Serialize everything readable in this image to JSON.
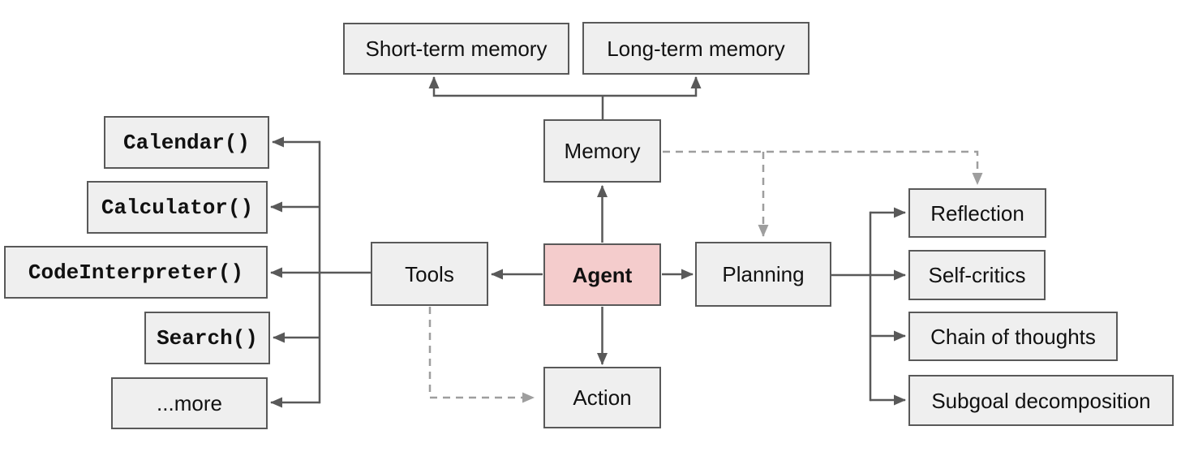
{
  "colors": {
    "node_fill": "#efefef",
    "node_border": "#595959",
    "agent_fill": "#f4cccc",
    "solid_edge": "#595959",
    "dashed_edge": "#9e9e9e",
    "text": "#111111",
    "background": "#ffffff"
  },
  "nodes": {
    "short_term_memory": {
      "label": "Short-term memory"
    },
    "long_term_memory": {
      "label": "Long-term memory"
    },
    "memory": {
      "label": "Memory"
    },
    "agent": {
      "label": "Agent"
    },
    "tools": {
      "label": "Tools"
    },
    "planning": {
      "label": "Planning"
    },
    "action": {
      "label": "Action"
    },
    "calendar": {
      "label": "Calendar()"
    },
    "calculator": {
      "label": "Calculator()"
    },
    "code_interpreter": {
      "label": "CodeInterpreter()"
    },
    "search": {
      "label": "Search()"
    },
    "more": {
      "label": "...more"
    },
    "reflection": {
      "label": "Reflection"
    },
    "self_critics": {
      "label": "Self-critics"
    },
    "chain_of_thoughts": {
      "label": "Chain of thoughts"
    },
    "subgoal_decomposition": {
      "label": "Subgoal decomposition"
    }
  },
  "edges": [
    {
      "from": "memory",
      "to": "short_term_memory",
      "style": "solid"
    },
    {
      "from": "memory",
      "to": "long_term_memory",
      "style": "solid"
    },
    {
      "from": "agent",
      "to": "memory",
      "style": "solid"
    },
    {
      "from": "agent",
      "to": "tools",
      "style": "solid"
    },
    {
      "from": "agent",
      "to": "planning",
      "style": "solid"
    },
    {
      "from": "agent",
      "to": "action",
      "style": "solid"
    },
    {
      "from": "tools",
      "to": "calendar",
      "style": "solid"
    },
    {
      "from": "tools",
      "to": "calculator",
      "style": "solid"
    },
    {
      "from": "tools",
      "to": "code_interpreter",
      "style": "solid"
    },
    {
      "from": "tools",
      "to": "search",
      "style": "solid"
    },
    {
      "from": "tools",
      "to": "more",
      "style": "solid"
    },
    {
      "from": "planning",
      "to": "reflection",
      "style": "solid"
    },
    {
      "from": "planning",
      "to": "self_critics",
      "style": "solid"
    },
    {
      "from": "planning",
      "to": "chain_of_thoughts",
      "style": "solid"
    },
    {
      "from": "planning",
      "to": "subgoal_decomposition",
      "style": "solid"
    },
    {
      "from": "memory",
      "to": "planning",
      "style": "dashed"
    },
    {
      "from": "memory",
      "to": "reflection",
      "style": "dashed"
    },
    {
      "from": "tools",
      "to": "action",
      "style": "dashed"
    }
  ]
}
